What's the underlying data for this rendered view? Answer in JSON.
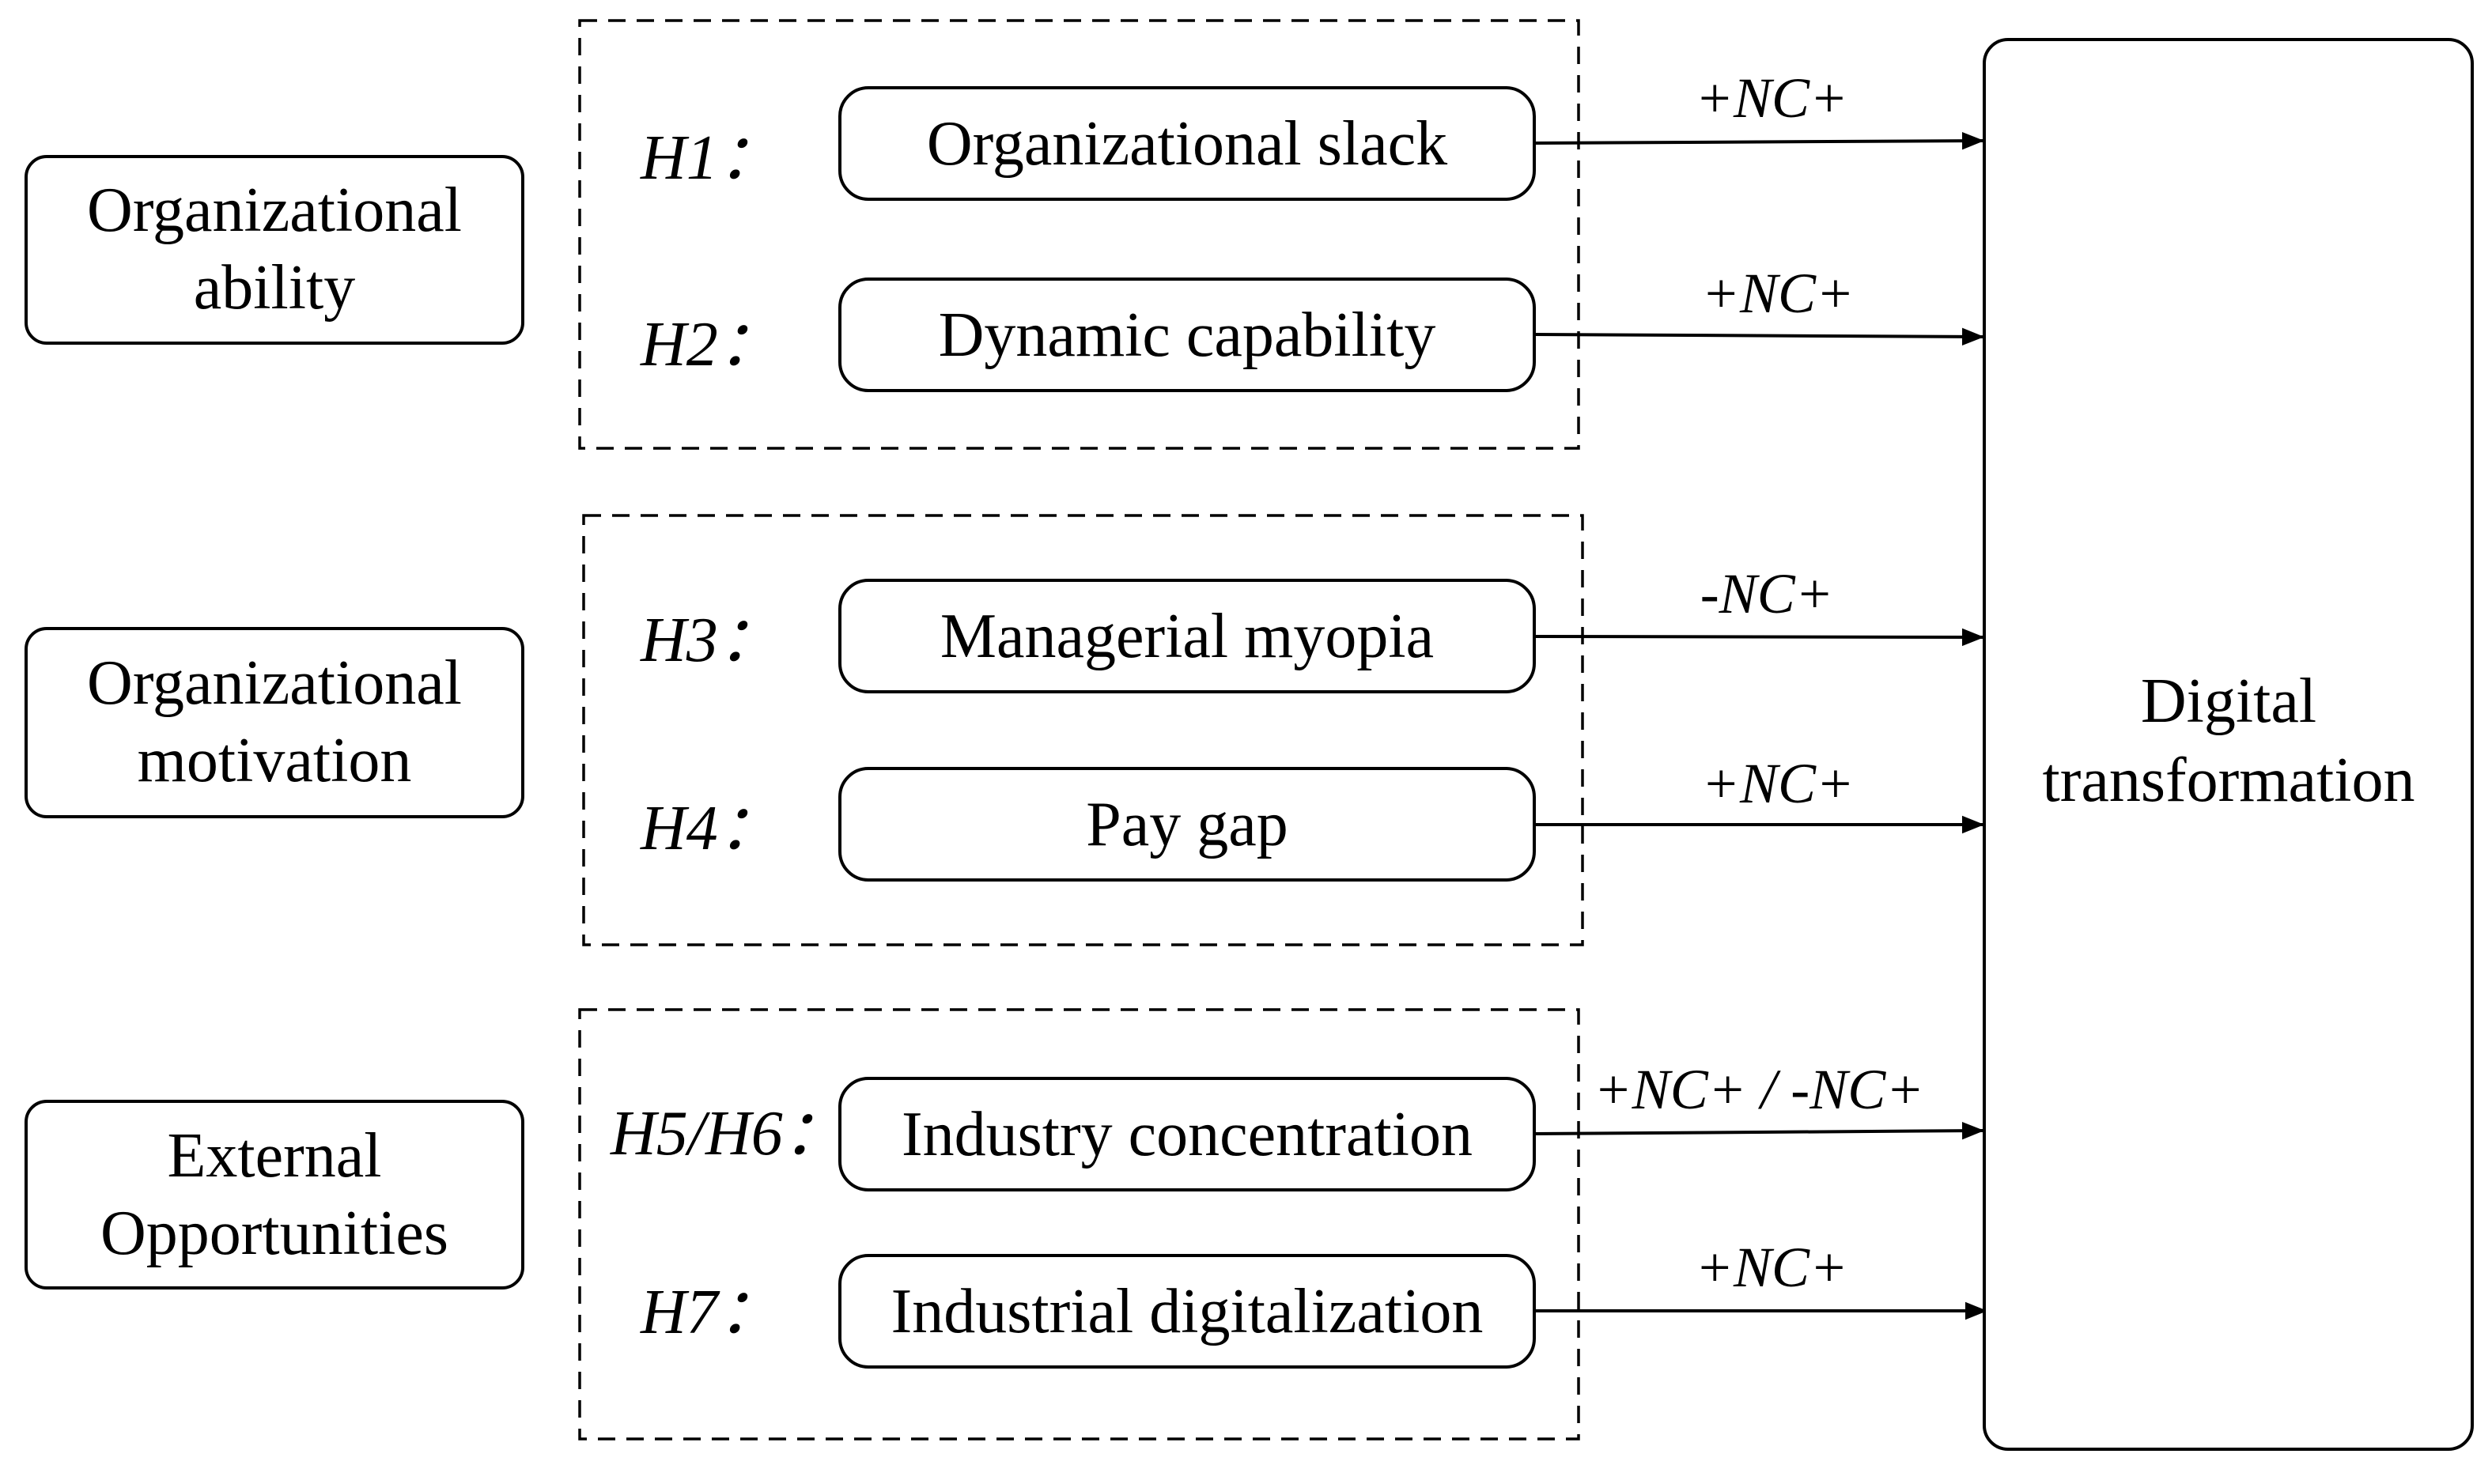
{
  "diagram": {
    "categories": [
      {
        "id": "ability",
        "lines": [
          "Organizational",
          "ability"
        ]
      },
      {
        "id": "motivation",
        "lines": [
          "Organizational",
          "motivation"
        ]
      },
      {
        "id": "opportunities",
        "lines": [
          "External",
          "Opportunities"
        ]
      }
    ],
    "hypotheses": [
      {
        "id": "h1",
        "label": "H1：",
        "variable": "Organizational slack",
        "effect": "+NC+"
      },
      {
        "id": "h2",
        "label": "H2：",
        "variable": "Dynamic capability",
        "effect": "+NC+"
      },
      {
        "id": "h3",
        "label": "H3：",
        "variable": "Managerial myopia",
        "effect": "-NC+"
      },
      {
        "id": "h4",
        "label": "H4：",
        "variable": "Pay gap",
        "effect": "+NC+"
      },
      {
        "id": "h5h6",
        "label": "H5/H6：",
        "variable": "Industry concentration",
        "effect": "+NC+ / -NC+"
      },
      {
        "id": "h7",
        "label": "H7：",
        "variable": "Industrial digitalization",
        "effect": "+NC+"
      }
    ],
    "outcome": {
      "lines": [
        "Digital",
        "transformation"
      ]
    }
  },
  "colors": {
    "stroke": "#000000",
    "background": "#ffffff"
  }
}
